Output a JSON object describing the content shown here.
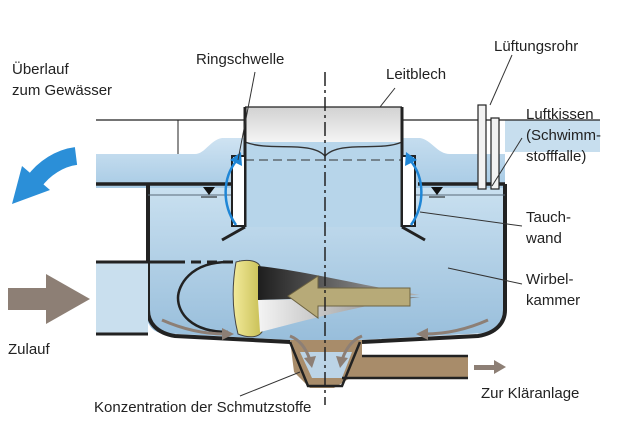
{
  "labels": {
    "ueberlauf_1": "Überlauf",
    "ueberlauf_2": "zum Gewässer",
    "ringschwelle": "Ringschwelle",
    "leitblech": "Leitblech",
    "lueftungsrohr": "Lüftungsrohr",
    "luftkissen_1": "Luftkissen",
    "luftkissen_2": "(Schwimm-",
    "luftkissen_3": "stofffalle)",
    "tauchwand_1": "Tauch-",
    "tauchwand_2": "wand",
    "wirbelkammer_1": "Wirbel-",
    "wirbelkammer_2": "kammer",
    "zulauf": "Zulauf",
    "klaeranlage": "Zur Kläranlage",
    "konzentration": "Konzentration der Schmutzstoffe"
  },
  "colors": {
    "water_light": "#c7deee",
    "water_mid": "#a9cce6",
    "water_deep": "#8fb5d3",
    "wall": "#222222",
    "overflow_arrow": "#2b8fd8",
    "inflow_arrow": "#8d7f75",
    "flow_arrow": "#b7aa90",
    "vortex_yellow": "#d7cf6e",
    "pipe_brown": "#a88c6a"
  }
}
